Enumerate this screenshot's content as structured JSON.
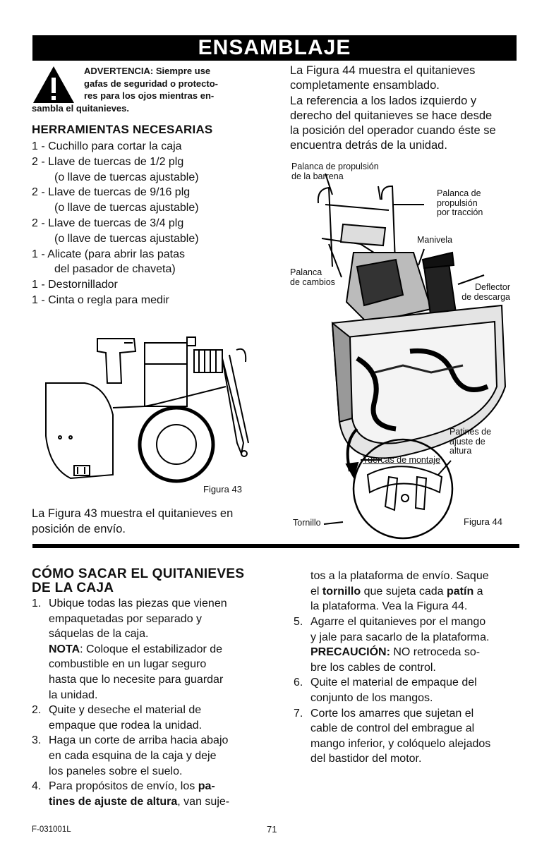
{
  "banner": {
    "title": "ENSAMBLAJE"
  },
  "warning": {
    "line1": "ADVERTENCIA: Siempre use",
    "line2": "gafas de seguridad o protecto-",
    "line3": "res para los ojos mientras en-",
    "line4": "sambla el quitanieves."
  },
  "tools": {
    "heading": "HERRAMIENTAS NECESARIAS",
    "items": [
      {
        "qty": "1",
        "text": "Cuchillo para cortar la caja",
        "sub": ""
      },
      {
        "qty": "2",
        "text": "Llave de tuercas de 1/2 plg",
        "sub": "(o llave de tuercas ajustable)"
      },
      {
        "qty": "2",
        "text": "Llave de tuercas de 9/16 plg",
        "sub": "(o llave de tuercas ajustable)"
      },
      {
        "qty": "2",
        "text": "Llave de tuercas de 3/4 plg",
        "sub": "(o llave de tuercas ajustable)"
      },
      {
        "qty": "1",
        "text": "Alicate (para abrir las patas",
        "sub": "del pasador de chaveta)"
      },
      {
        "qty": "1",
        "text": "Destornillador",
        "sub": ""
      },
      {
        "qty": "1",
        "text": "Cinta o regla para medir",
        "sub": ""
      }
    ]
  },
  "figure43": {
    "label": "Figura 43",
    "caption_line1": "La Figura 43 muestra el quitanieves en",
    "caption_line2": "posición de envío."
  },
  "intro": {
    "p1_line1": "La Figura 44 muestra el quitanieves",
    "p1_line2": "completamente ensamblado.",
    "p2_line1": "La referencia a los lados izquierdo y",
    "p2_line2": "derecho del quitanieves se hace desde",
    "p2_line3": "la posición del operador cuando éste se",
    "p2_line4": "encuentra detrás de la unidad."
  },
  "figure44": {
    "label": "Figura 44",
    "callouts": {
      "auger_drive_l1": "Palanca de propulsión",
      "auger_drive_l2": "de la barrena",
      "traction_l1": "Palanca de",
      "traction_l2": "propulsión",
      "traction_l3": "por tracción",
      "crank": "Manivela",
      "shift_l1": "Palanca",
      "shift_l2": "de cambios",
      "deflector_l1": "Deflector",
      "deflector_l2": "de descarga",
      "skid_l1": "Patines de",
      "skid_l2": "ajuste de",
      "skid_l3": "altura",
      "nuts": "Tuercas de montaje",
      "bolt": "Tornillo"
    }
  },
  "section": {
    "title_line1": "CÓMO SACAR EL QUITANIEVES",
    "title_line2": "DE LA CAJA",
    "step1_num": "1.",
    "step1_l1": "Ubique todas las piezas que vienen",
    "step1_l2": "empaquetadas por separado y",
    "step1_l3": "sáquelas de la caja.",
    "step1_note_label": "NOTA",
    "step1_note_l1": ": Coloque el estabilizador de",
    "step1_note_l2": "combustible en un lugar seguro",
    "step1_note_l3": "hasta que lo necesite para guardar",
    "step1_note_l4": "la unidad.",
    "step2_num": "2.",
    "step2_l1": "Quite y deseche el material de",
    "step2_l2": "empaque que rodea la unidad.",
    "step3_num": "3.",
    "step3_l1": "Haga un corte de arriba hacia abajo",
    "step3_l2": "en cada esquina de la caja y deje",
    "step3_l3": "los paneles sobre el suelo.",
    "step4_num": "4.",
    "step4_l1a": "Para propósitos de envío, los ",
    "step4_l1b": "pa-",
    "step4_l2a": "tines de ajuste de altura",
    "step4_l2b": ", van suje-",
    "cont_l1": "tos a la plataforma de envío. Saque",
    "cont_l2a": "el ",
    "cont_l2b": "tornillo",
    "cont_l2c": " que sujeta cada ",
    "cont_l2d": "patín",
    "cont_l2e": " a",
    "cont_l3": "la plataforma. Vea la Figura 44.",
    "step5_num": "5.",
    "step5_l1": "Agarre el quitanieves por el mango",
    "step5_l2": "y jale para sacarlo de la plataforma.",
    "step5_label": "PRECAUCIÓN:",
    "step5_l3": " NO retroceda so-",
    "step5_l4": "bre los cables de control.",
    "step6_num": "6.",
    "step6_l1": "Quite el material de empaque del",
    "step6_l2": "conjunto de los mangos.",
    "step7_num": "7.",
    "step7_l1": "Corte los amarres que sujetan el",
    "step7_l2": "cable de control del embrague al",
    "step7_l3": "mango inferior, y colóquelo alejados",
    "step7_l4": "del bastidor del motor."
  },
  "footer": {
    "code": "F-031001L",
    "page": "71"
  }
}
